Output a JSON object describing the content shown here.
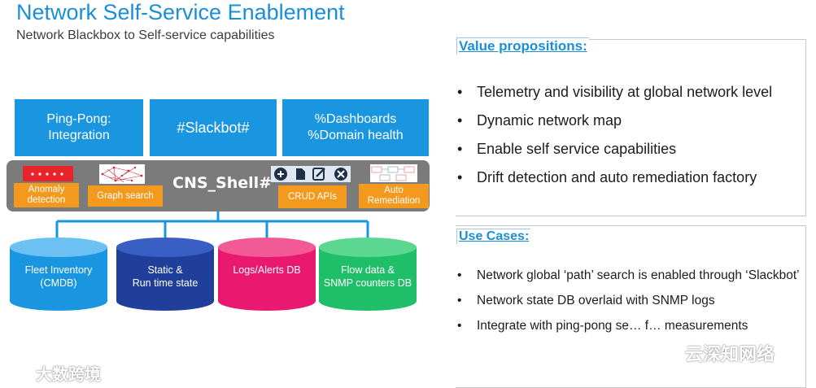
{
  "title": "Network Self-Service Enablement",
  "subtitle": "Network Blackbox to Self-service capabilities",
  "top_boxes": [
    {
      "line1": "Ping-Pong:",
      "line2": "Integration"
    },
    {
      "line1": "#Slackbot#",
      "line2": ""
    },
    {
      "line1": "%Dashboards",
      "line2": "%Domain health"
    }
  ],
  "shell": {
    "label": "CNS_Shell#",
    "modules": [
      {
        "line1": "Anomaly",
        "line2": "detection"
      },
      {
        "line1": "Graph search",
        "line2": ""
      },
      {
        "line1": "CRUD APIs",
        "line2": ""
      },
      {
        "line1": "Auto",
        "line2": "Remediation"
      }
    ]
  },
  "databases": [
    {
      "line1": "Fleet Inventory",
      "line2": "(CMDB)",
      "color": "#1a96e1",
      "top_color": "#6cc1f2"
    },
    {
      "line1": "Static &",
      "line2": "Run time state",
      "color": "#1f3f9a",
      "top_color": "#3a5fc4"
    },
    {
      "line1": "Logs/Alerts DB",
      "line2": "",
      "color": "#e8196f",
      "top_color": "#f25a97"
    },
    {
      "line1": "Flow data &",
      "line2": "SNMP counters DB",
      "color": "#1fbf6a",
      "top_color": "#5bd792"
    }
  ],
  "colors": {
    "accent_blue": "#1a96e1",
    "orange": "#f39a1e",
    "shell_gray": "#7b7b7b"
  },
  "value_propositions": {
    "heading": "Value propositions:",
    "items": [
      "Telemetry and visibility at global network level",
      "Dynamic network map",
      "Enable self service capabilities",
      "Drift detection and auto remediation factory"
    ]
  },
  "use_cases": {
    "heading": "Use Cases:",
    "items": [
      "Network global ‘path’ search is enabled through ‘Slackbot’",
      "Network state DB overlaid with SNMP logs",
      "Integrate with ping-pong se… f… measurements"
    ]
  },
  "watermarks": {
    "left": "大数跨境",
    "right": "云深知网络"
  }
}
